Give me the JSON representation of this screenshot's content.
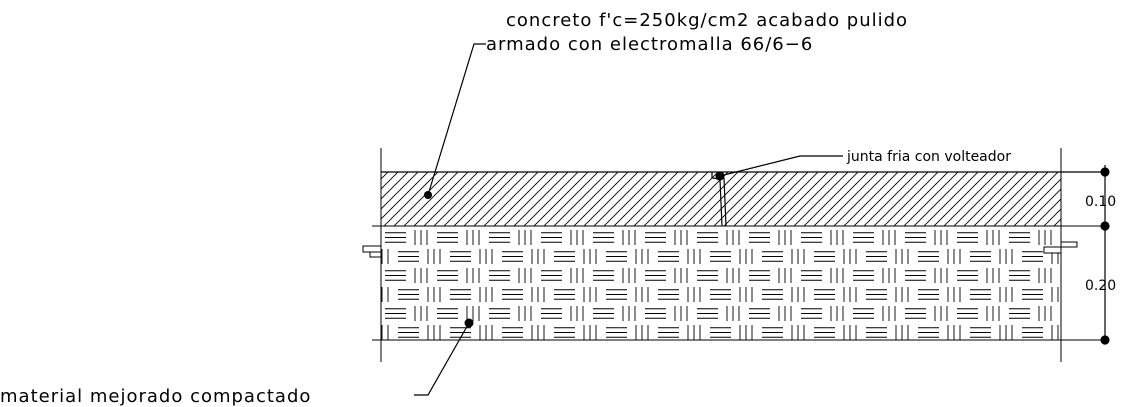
{
  "annotations": {
    "concrete_line1": "concreto f'c=250kg/cm2 acabado pulido",
    "concrete_line2": "armado con electromalla 66/6−6",
    "joint": "junta fria con volteador",
    "base_material": "material mejorado compactado"
  },
  "dimensions": {
    "top_layer": "0.10",
    "bottom_layer": "0.20"
  },
  "layers": [
    {
      "name": "concrete-slab",
      "pattern": "diagonal-hatch",
      "thickness_m": 0.1
    },
    {
      "name": "compacted-base",
      "pattern": "basket-weave",
      "thickness_m": 0.2
    }
  ],
  "colors": {
    "ink": "#000000",
    "paper": "#ffffff"
  }
}
